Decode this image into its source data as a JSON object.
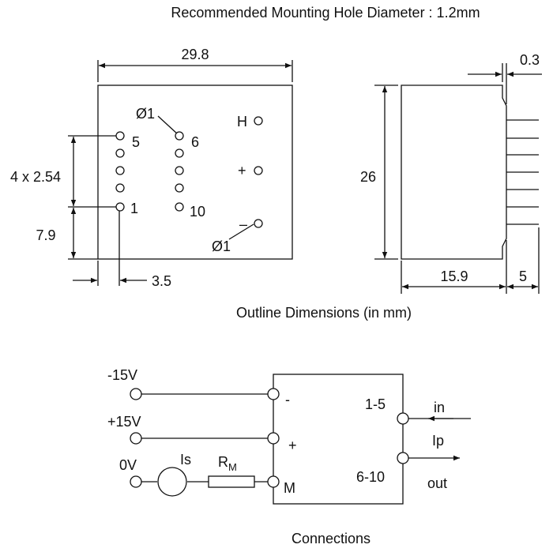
{
  "header": {
    "text": "Recommended Mounting Hole Diameter : 1.2mm"
  },
  "outline": {
    "width_label": "29.8",
    "height_label": "26",
    "depth_label": "15.9",
    "pin_length_label": "5",
    "pin_offset_label": "0.3",
    "pitch_label": "4 x 2.54",
    "edge_to_pin1_label": "7.9",
    "left_to_pin1_label": "3.5",
    "hole_dia_label_top": "Ø1",
    "hole_dia_label_bottom": "Ø1",
    "pin_labels": {
      "p5": "5",
      "p1": "1",
      "p6": "6",
      "p10": "10",
      "h": "H",
      "plus": "+",
      "minus": "–"
    },
    "caption": "Outline Dimensions (in mm)"
  },
  "connections": {
    "neg_supply": "-15V",
    "pos_supply": "+15V",
    "zero_v": "0V",
    "meter": "Is",
    "resistor": "R",
    "resistor_sub": "M",
    "minus_pin": "-",
    "plus_pin": "+",
    "m_pin": "M",
    "in_pins": "1-5",
    "out_pins": "6-10",
    "in_label": "in",
    "ip_label": "Ip",
    "out_label": "out",
    "caption": "Connections"
  }
}
